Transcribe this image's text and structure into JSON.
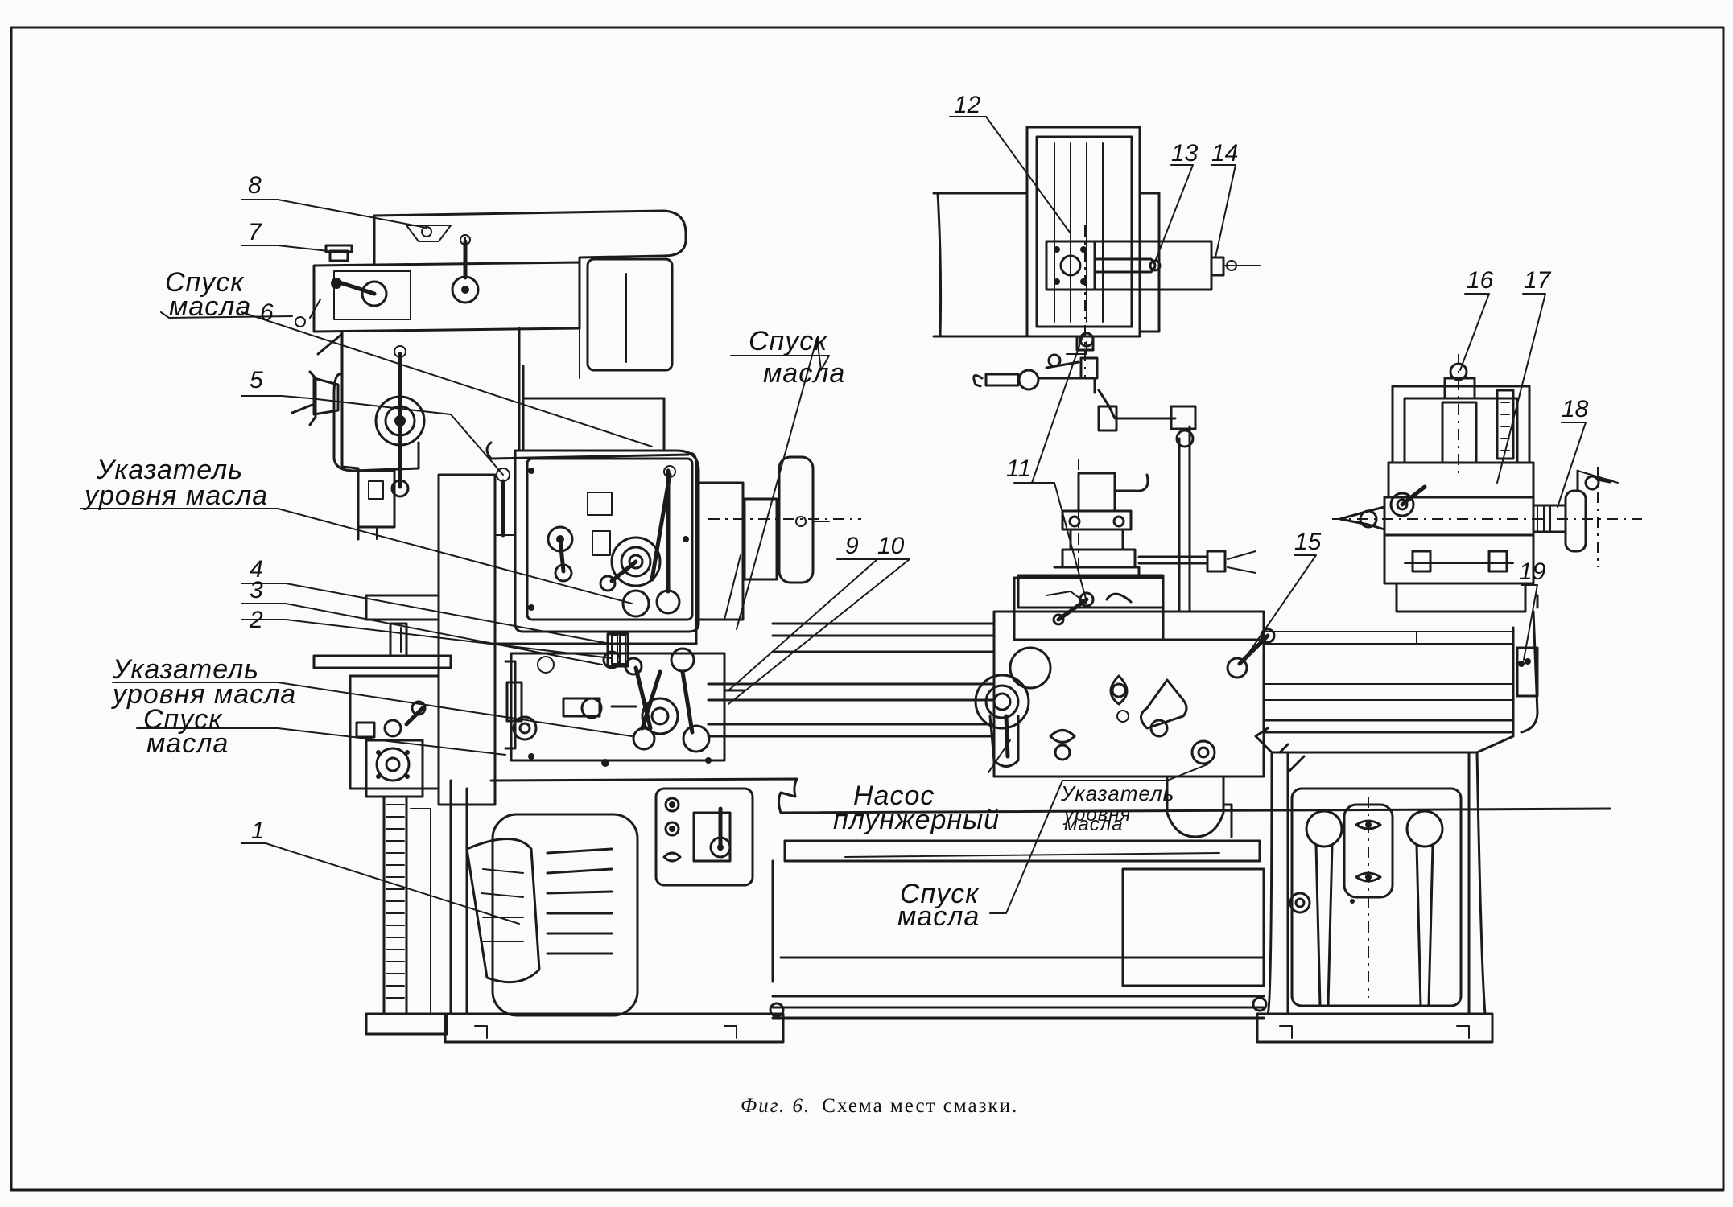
{
  "callouts": {
    "n1": "1",
    "n2": "2",
    "n3": "3",
    "n4": "4",
    "n5": "5",
    "n6": "6",
    "n7": "7",
    "n8": "8",
    "n9": "9",
    "n10": "10",
    "n11": "11",
    "n12": "12",
    "n13": "13",
    "n14": "14",
    "n15": "15",
    "n16": "16",
    "n17": "17",
    "n18": "18",
    "n19": "19"
  },
  "labels": {
    "drain_top_l1": "Спуск",
    "drain_top_l2": "масла",
    "drain_head_l1": "Спуск",
    "drain_head_l2": "масла",
    "oil_indicator_1_l1": "Указатель",
    "oil_indicator_1_l2": "уровня масла",
    "oil_indicator_2_l1": "Указатель",
    "oil_indicator_2_l2": "уровня масла",
    "drain_gear_l1": "Спуск",
    "drain_gear_l2": "масла",
    "pump_l1": "Насос",
    "pump_l2": "плунжерный",
    "oil_indicator_3_l1": "Указатель",
    "oil_indicator_3_l2": "уровня",
    "oil_indicator_3_l3": "масла",
    "drain_bottom_l1": "Спуск",
    "drain_bottom_l2": "масла"
  },
  "caption": {
    "prefix": "Фиг. 6.",
    "text": "Схема мест смазки."
  }
}
